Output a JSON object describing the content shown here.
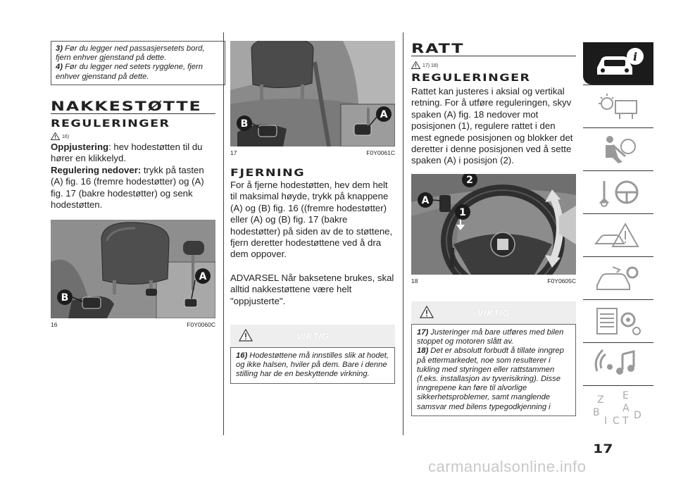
{
  "col1": {
    "notes": [
      {
        "num": "3)",
        "text": "Før du legger ned passasjersetets bord, fjern enhver gjenstand på dette."
      },
      {
        "num": "4)",
        "text": "Før du legger ned setets rygglene, fjern enhver gjenstand på dette."
      }
    ],
    "title": "NAKKESTØTTE",
    "subtitle": "REGULERINGER",
    "ref": "16)",
    "p1_bold": "Oppjustering",
    "p1_text": ": hev hodestøtten til du hører en klikkelyd.",
    "p2_bold": "Regulering nedover:",
    "p2_text": " trykk på tasten (A) fig. 16 (fremre hodestøtter) og (A) fig. 17 (bakre hodestøtter) og senk hodestøtten.",
    "figure": {
      "label_a": "A",
      "label_b": "B",
      "num": "16",
      "code": "F0Y0060C"
    }
  },
  "col2": {
    "figure": {
      "label_a": "A",
      "label_b": "B",
      "num": "17",
      "code": "F0Y0061C"
    },
    "title": "FJERNING",
    "p1": "For å fjerne hodestøtten, hev dem helt til maksimal høyde, trykk på knappene (A) og (B) fig. 16 ((fremre hodestøtter) eller (A) og (B) fig. 17 (bakre hodestøtter) på siden av de to støttene, fjern deretter hodestøttene ved å dra dem oppover.",
    "p2": "ADVARSEL Når baksetene brukes, skal alltid nakkestøttene være helt \"oppjusterte\".",
    "viktig_label": "VIKTIG",
    "viktig_num": "16)",
    "viktig_text": "Hodestøttene må innstilles slik at hodet, og ikke halsen, hviler på dem. Bare i denne stilling har de en beskyttende virkning."
  },
  "col3": {
    "title": "RATT",
    "refs": "17)  18)",
    "subtitle": "REGULERINGER",
    "p1": "Rattet kan justeres i aksial og vertikal retning. For å utføre reguleringen, skyv spaken (A) fig. 18 nedover mot posisjonen (1), regulere rattet i den mest egnede posisjonen og blokker det deretter i denne posisjonen ved å sette spaken (A) i posisjon (2).",
    "figure": {
      "label_a": "A",
      "label_1": "1",
      "label_2": "2",
      "num": "18",
      "code": "F0Y0605C"
    },
    "viktig_label": "VIKTIG",
    "notes": [
      {
        "num": "17)",
        "text": "Justeringer må bare utføres med bilen stoppet og motoren slått av."
      },
      {
        "num": "18)",
        "text": "Det er absolutt forbudt å tillate inngrep på ettermarkedet, noe som resulterer i tukling med styringen eller rattstammen (f.eks. installasjon av tyverisikring). Disse inngrepene kan føre til alvorlige sikkerhetsproblemer, samt manglende samsvar med bilens typegodkjenning i"
      }
    ]
  },
  "sidebar": {
    "items": [
      {
        "icon": "car-info-icon"
      },
      {
        "icon": "dashboard-lights-icon"
      },
      {
        "icon": "airbag-icon"
      },
      {
        "icon": "key-steering-icon"
      },
      {
        "icon": "road-warning-icon"
      },
      {
        "icon": "wrench-car-icon"
      },
      {
        "icon": "settings-list-icon"
      },
      {
        "icon": "multimedia-icon"
      },
      {
        "icon": "index-letters-icon"
      }
    ],
    "index_letters": [
      "Z",
      "E",
      "B",
      "A",
      "I",
      "C",
      "T",
      "D"
    ]
  },
  "page_number": "17",
  "watermark": "carmanualsonline.info"
}
